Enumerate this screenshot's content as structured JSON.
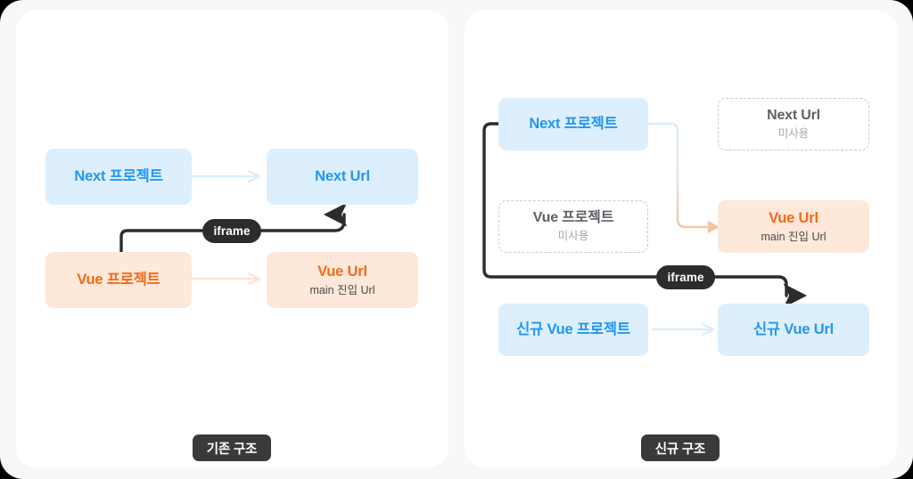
{
  "meta": {
    "background_color": "#f7f8f9",
    "card_color": "#ffffff",
    "blue_box_color": "#ddeffc",
    "blue_text_color": "#2196f3",
    "orange_box_color": "#fde8d9",
    "orange_text_color": "#f26a1b",
    "dashed_border_color": "#c9cbcd",
    "dashed_title_color": "#5d6166",
    "dashed_sub_color": "#a2a6ab",
    "pill_color": "#2c2c2e",
    "caption_color": "#3a3a3c"
  },
  "left_panel": {
    "caption": "기존 구조",
    "nodes": {
      "next_project": {
        "title": "Next 프로젝트",
        "sub": ""
      },
      "next_url": {
        "title": "Next Url",
        "sub": ""
      },
      "vue_project": {
        "title": "Vue 프로젝트",
        "sub": ""
      },
      "vue_url": {
        "title": "Vue Url",
        "sub": "main 진입 Url"
      }
    },
    "iframe_label": "iframe"
  },
  "right_panel": {
    "caption": "신규 구조",
    "nodes": {
      "next_project": {
        "title": "Next 프로젝트",
        "sub": ""
      },
      "next_url": {
        "title": "Next Url",
        "sub": "미사용"
      },
      "vue_project": {
        "title": "Vue 프로젝트",
        "sub": "미사용"
      },
      "vue_url": {
        "title": "Vue Url",
        "sub": "main 진입 Url"
      },
      "new_vue_project": {
        "title": "신규 Vue 프로젝트",
        "sub": ""
      },
      "new_vue_url": {
        "title": "신규 Vue Url",
        "sub": ""
      }
    },
    "iframe_label": "iframe"
  }
}
